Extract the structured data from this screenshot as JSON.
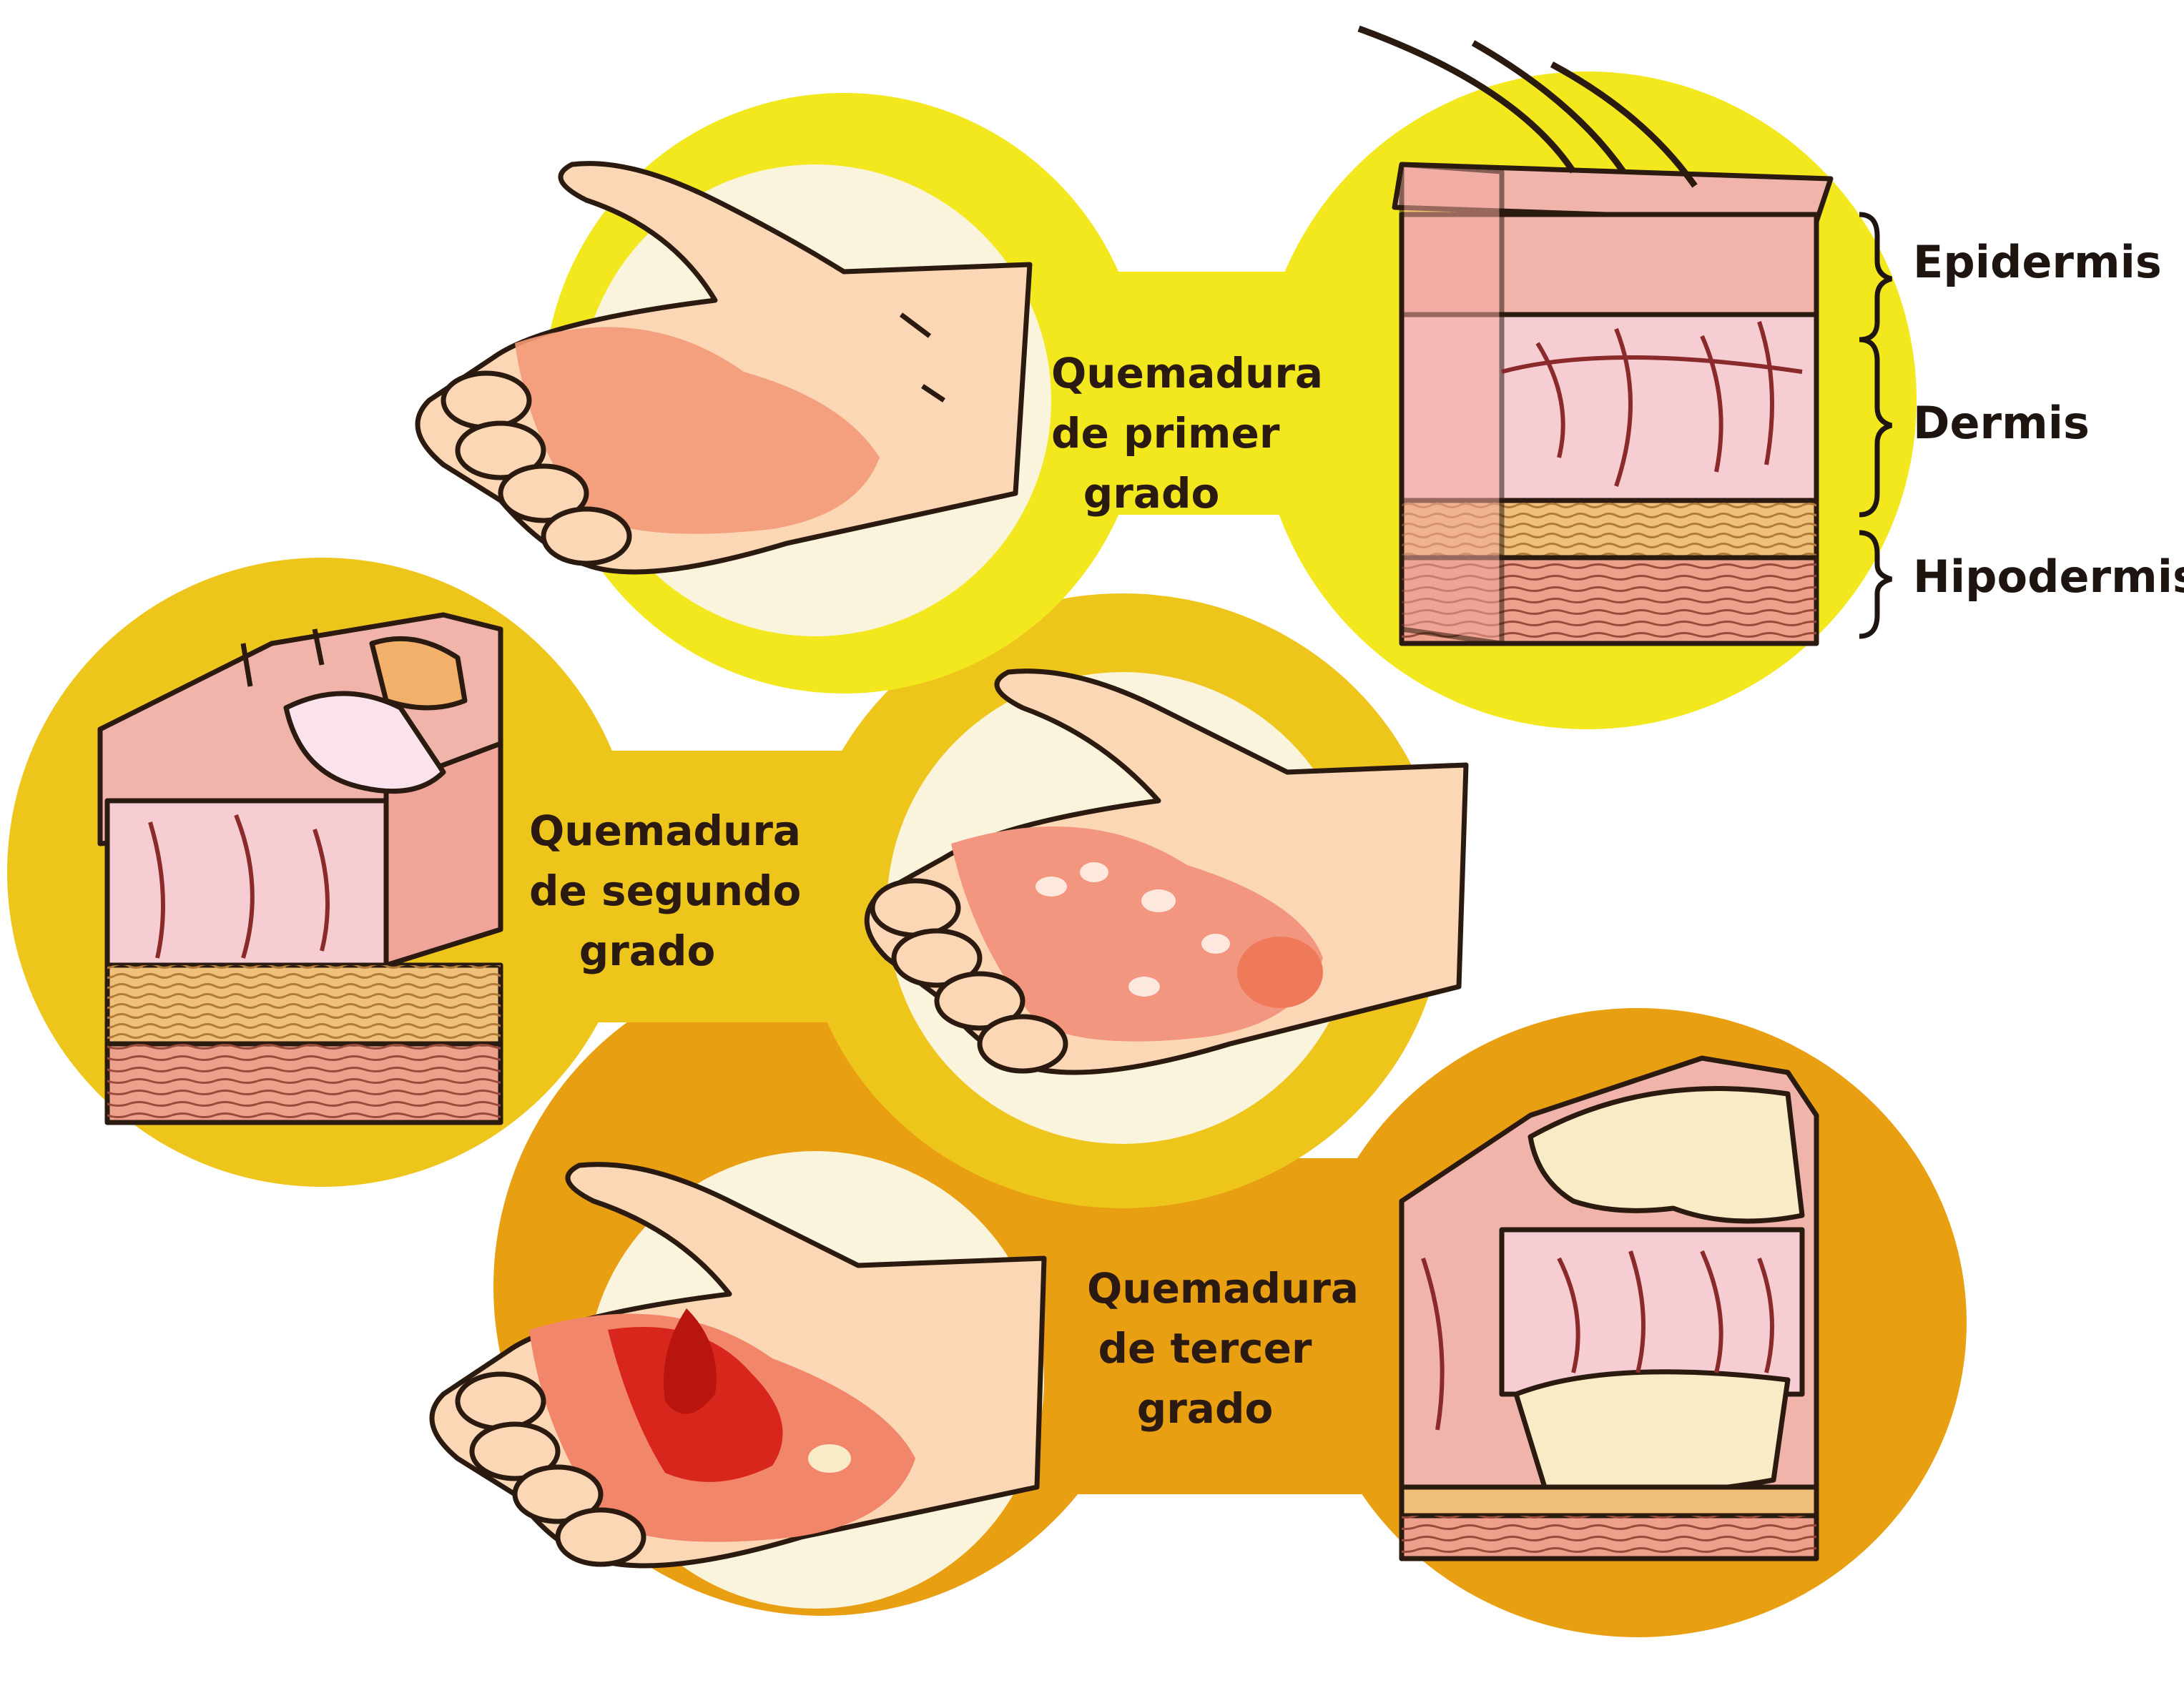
{
  "colors": {
    "band_first": "#f2e81d",
    "band_second": "#eec51b",
    "band_third": "#e89f12",
    "circle_fill": "#fbf4dc",
    "skin": "#fbd7b6",
    "outline": "#2b1a10",
    "epidermis": "#f1b4ab",
    "dermis": "#f7cdd4",
    "fat": "#eec07a",
    "muscle": "#efa08c",
    "burn_first": "#f39a78",
    "burn_second": "#f2967f",
    "burn_third": "#d9261c",
    "char": "#f8ecc6"
  },
  "burns": [
    {
      "line1": "Quemadura",
      "line2": "de primer",
      "line3": "grado"
    },
    {
      "line1": "Quemadura",
      "line2": "de segundo",
      "line3": "grado"
    },
    {
      "line1": "Quemadura",
      "line2": "de tercer",
      "line3": "grado"
    }
  ],
  "layers": {
    "epidermis": "Epidermis",
    "dermis": "Dermis",
    "hypodermis": "Hipodermis"
  },
  "icons": [
    "hand-icon",
    "skin-cross-section-icon",
    "bracket-icon",
    "hair-icon",
    "blister-icon"
  ]
}
